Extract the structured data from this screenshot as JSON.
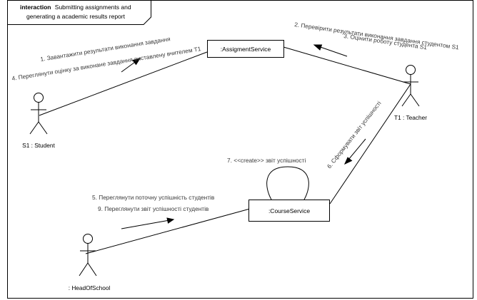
{
  "frame": {
    "keyword": "interaction",
    "title_line1": "Submitting assignments and",
    "title_line2": "generating a academic results report"
  },
  "objects": {
    "assignment_service": ":AssigmentService",
    "course_service": ":CourseService"
  },
  "actors": {
    "student": "S1 : Student",
    "teacher": "T1 : Teacher",
    "head": ": HeadOfSchool"
  },
  "messages": {
    "m1": "1. Завантажити результати виконання завдання",
    "m4": "4. Переглянути оцінку за виконане завдання виставлену вчителем T1",
    "m2": "2. Перевірити результати виконання завдання студентом S1",
    "m3": "3. Оцінити роботу студента S1",
    "m6": "6. Сформувати звіт успішності",
    "m7": "7. <<create>> звіт успішності",
    "m5": "5. Переглянути поточну успішність студентів",
    "m9": "9. Переглянути звіт успішності студентів"
  }
}
